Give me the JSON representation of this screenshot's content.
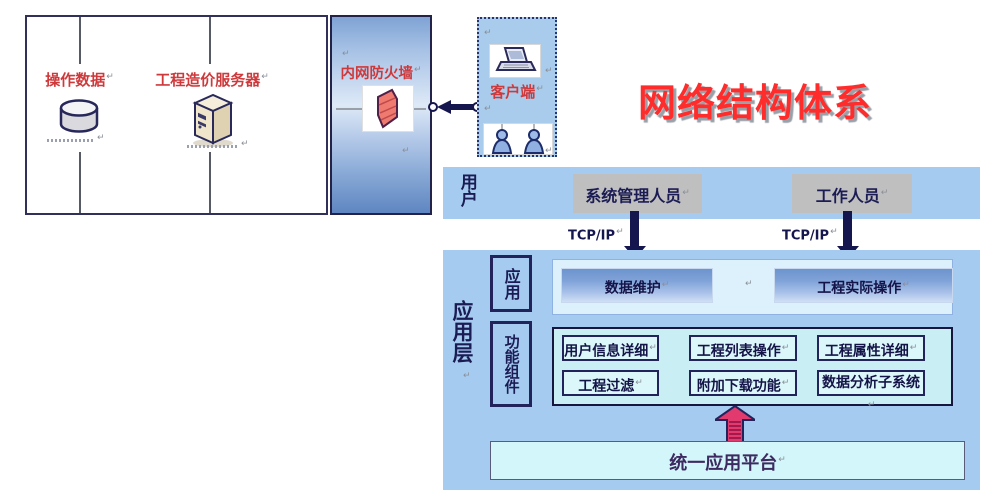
{
  "title": "网络结构体系",
  "return_mark": "↵",
  "server_room": {
    "data_label": "操作数据",
    "server_label": "工程造价服务器"
  },
  "firewall": {
    "label": "内网防火墙"
  },
  "client": {
    "label": "客户端"
  },
  "user_layer": {
    "label": "用户",
    "admin_label": "系统管理人员",
    "staff_label": "工作人员",
    "protocol_left": "TCP/IP",
    "protocol_right": "TCP/IP"
  },
  "app_layer": {
    "label": "应用层",
    "app_group_label": "应用",
    "component_group_label": "功能组件",
    "apps": [
      "数据维护",
      "工程实际操作"
    ],
    "components": [
      "用户信息详细",
      "工程列表操作",
      "工程属性详细",
      "工程过滤",
      "附加下载功能",
      "数据分析子系统"
    ],
    "platform_label": "统一应用平台"
  },
  "colors": {
    "accent_red": "#ff2c2c",
    "label_red": "#ce3a3c",
    "navy": "#1c1c54",
    "band_blue": "#a5ccf0",
    "cyan_box": "#dbf7fa",
    "chip_gray": "#bfbfbf",
    "arrow_pink": "#e23a6e"
  }
}
